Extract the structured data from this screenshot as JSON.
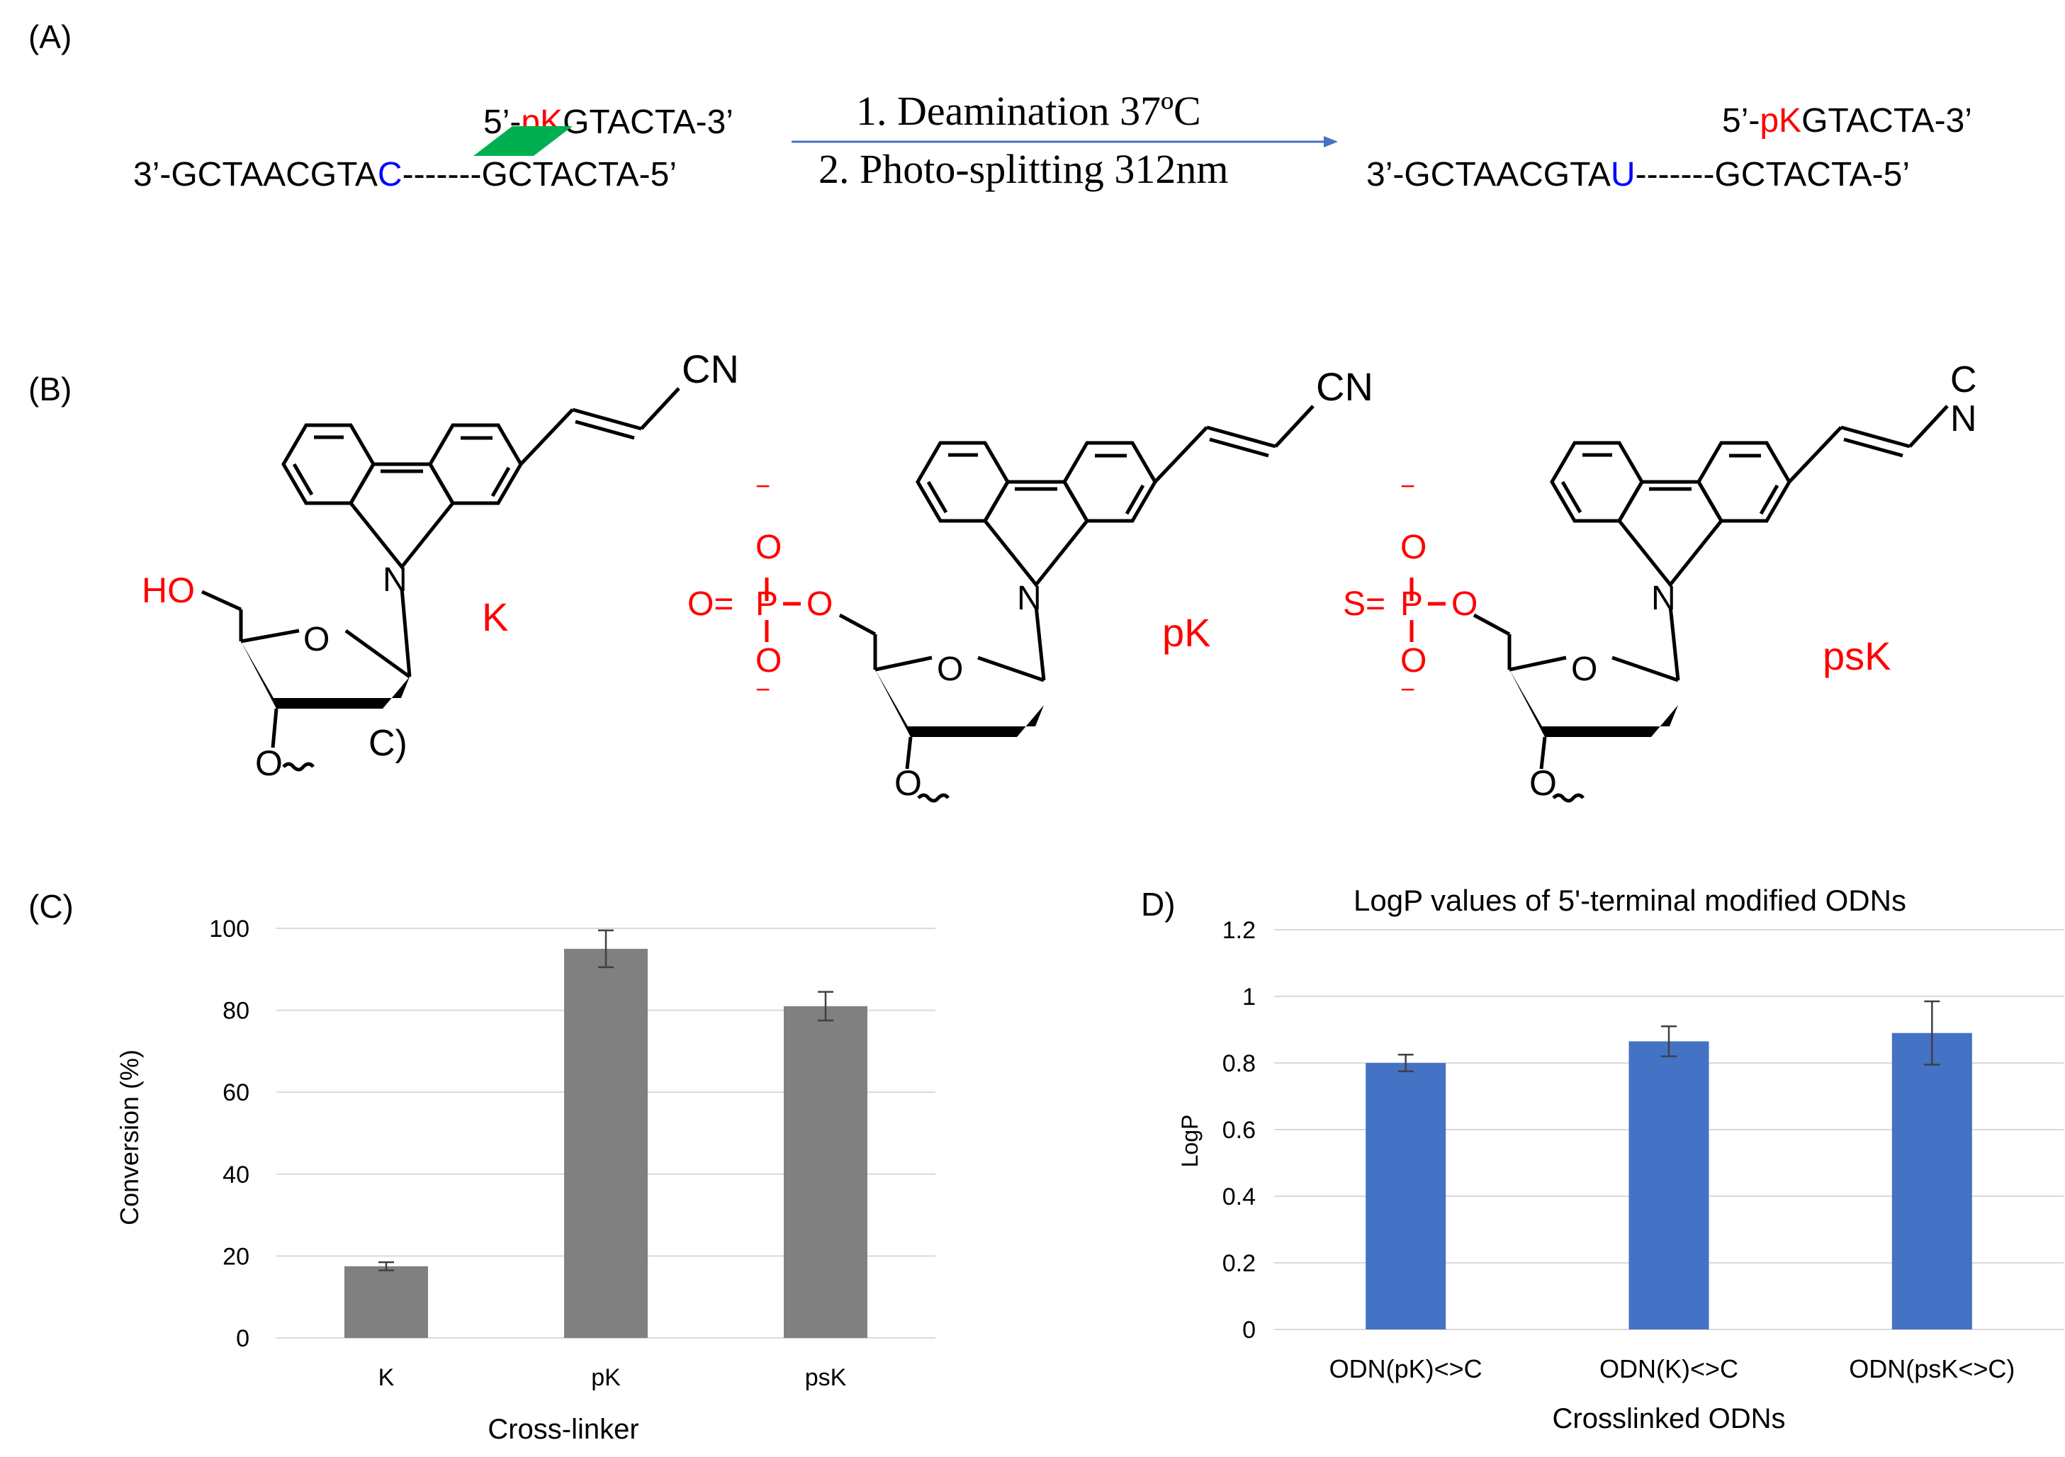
{
  "panel_a": {
    "label": "(A)",
    "left_top_strand": {
      "prefix": "5’-",
      "mod": "pK",
      "suffix": "GTACTA-3’"
    },
    "left_bottom_strand": {
      "prefix": "3’-GCTAACGTA",
      "base": "C",
      "suffix": "-------GCTACTA-5’"
    },
    "steps": [
      "1.   Deamination 37ºC",
      "2.   Photo-splitting 312nm"
    ],
    "right_top_strand": {
      "prefix": "5’-",
      "mod": "pK",
      "suffix": "GTACTA-3’"
    },
    "right_bottom_strand": {
      "prefix": "3’-GCTAACGTA",
      "base": "U",
      "suffix": "-------GCTACTA-5’"
    },
    "colors": {
      "mod": "#ff0000",
      "base": "#0000ff",
      "crosslink": "#00b050",
      "arrow": "#4472c4"
    }
  },
  "panel_b": {
    "label": "(B)",
    "structures": [
      {
        "name": "K",
        "group": "HO",
        "cn": "CN",
        "n": "N",
        "o_ring": "O",
        "o3": "O",
        "extra": "C)"
      },
      {
        "name": "pK",
        "group_o": "O",
        "group_p": "P",
        "group_oeq": "O=",
        "group_o2": "O",
        "group_o3": "O",
        "cn": "CN",
        "n": "N",
        "o_ring": "O",
        "o3": "O",
        "minus": "−"
      },
      {
        "name": "psK",
        "group_s": "S=",
        "group_p": "P",
        "group_o": "O",
        "group_o2": "O",
        "group_o3": "O",
        "cn_c": "C",
        "cn_n": "N",
        "n": "N",
        "o_ring": "O",
        "o3": "O",
        "minus": "−"
      }
    ],
    "colors": {
      "highlight": "#ff0000"
    }
  },
  "chart_data": [
    {
      "panel": "(C)",
      "type": "bar",
      "title": "",
      "categories": [
        "K",
        "pK",
        "psK"
      ],
      "values": [
        17.5,
        95,
        81
      ],
      "errors": [
        1,
        4.5,
        3.5
      ],
      "xlabel": "Cross-linker",
      "ylabel": "Conversion (%)",
      "ylim": [
        0,
        100
      ],
      "yticks": [
        "0",
        "20",
        "40",
        "60",
        "80",
        "100"
      ],
      "grid": true,
      "color": "#808080"
    },
    {
      "panel": "D)",
      "type": "bar",
      "title": "LogP values of 5'-terminal modified ODNs",
      "categories": [
        "ODN(pK)<>C",
        "ODN(K)<>C",
        "ODN(psK<>C)"
      ],
      "values": [
        0.8,
        0.865,
        0.89
      ],
      "errors": [
        0.025,
        0.045,
        0.095
      ],
      "xlabel": "Crosslinked ODNs",
      "ylabel": "LogP",
      "ylim": [
        0,
        1.2
      ],
      "yticks": [
        "0",
        "0.2",
        "0.4",
        "0.6",
        "0.8",
        "1",
        "1.2"
      ],
      "grid": true,
      "color": "#4472c4"
    }
  ]
}
